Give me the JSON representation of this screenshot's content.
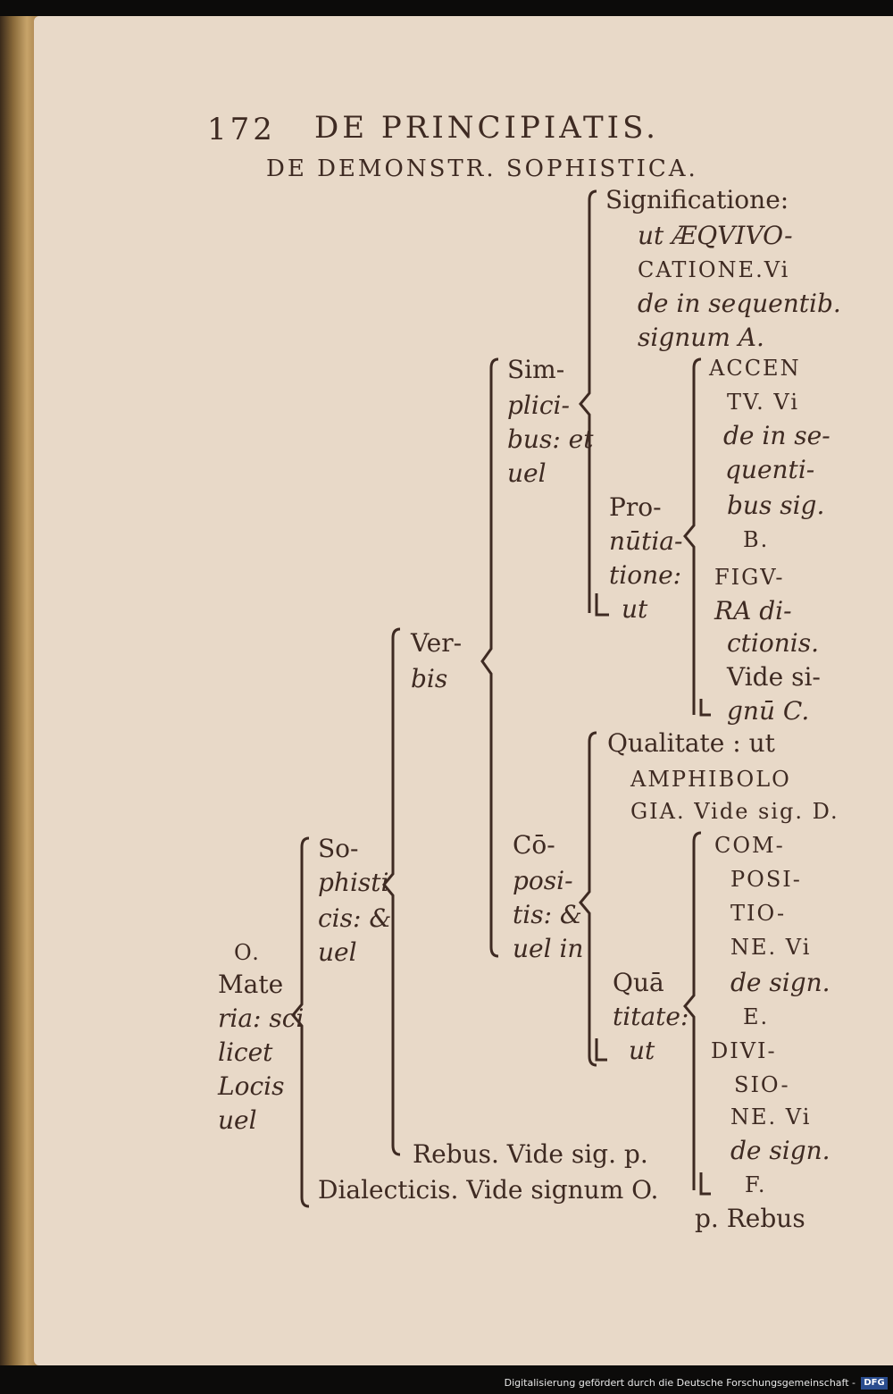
{
  "header": {
    "page_number": "172",
    "running_title": "DE PRINCIPIATIS.",
    "section_title": "DE DEMONSTR. SOPHISTICA."
  },
  "tree": {
    "significatione": [
      "Significatione:",
      "ut ÆQVIVO-",
      "CATIONE.Vi",
      "de in sequentib.",
      "signum A."
    ],
    "accentu": [
      "ACCEN",
      "TV. Vi",
      "de in se-",
      "quenti-",
      "bus sig.",
      "B."
    ],
    "pronuntiatione": [
      "Pro-",
      "nūtia-",
      "tione:",
      "ut"
    ],
    "figura": [
      "FIGV-",
      "RA di-",
      "ctionis.",
      "Vide si-",
      "gnū C."
    ],
    "simplicibus": [
      "Sim-",
      "plici-",
      "bus: et",
      "uel"
    ],
    "verbis": [
      "Ver-",
      "bis"
    ],
    "qualitate": [
      "Qualitate : ut",
      "AMPHIBOLO",
      "GIA. Vide sig. D."
    ],
    "compositione": [
      "COM-",
      "POSI-",
      "TIO-",
      "NE. Vi",
      "de sign.",
      "E."
    ],
    "divisione": [
      "DIVI-",
      "SIO-",
      "NE. Vi",
      "de sign.",
      "F."
    ],
    "compositis": [
      "Cō-",
      "posi-",
      "tis: &",
      "uel in"
    ],
    "quantitate": [
      "Quā",
      "titate:",
      "ut"
    ],
    "sophisticis": [
      "So-",
      "phisti",
      "cis: &",
      "uel"
    ],
    "materia": [
      "O.",
      "Mate",
      "ria: sci",
      "licet",
      "Locis",
      "uel"
    ],
    "rebus": "Rebus. Vide sig. p.",
    "dialecticis": "Dialecticis. Vide signum O.",
    "p_rebus": "p. Rebus"
  },
  "footer": {
    "credit": "Digitalisierung gefördert durch die Deutsche Forschungsgemeinschaft -",
    "logo": "DFG"
  }
}
